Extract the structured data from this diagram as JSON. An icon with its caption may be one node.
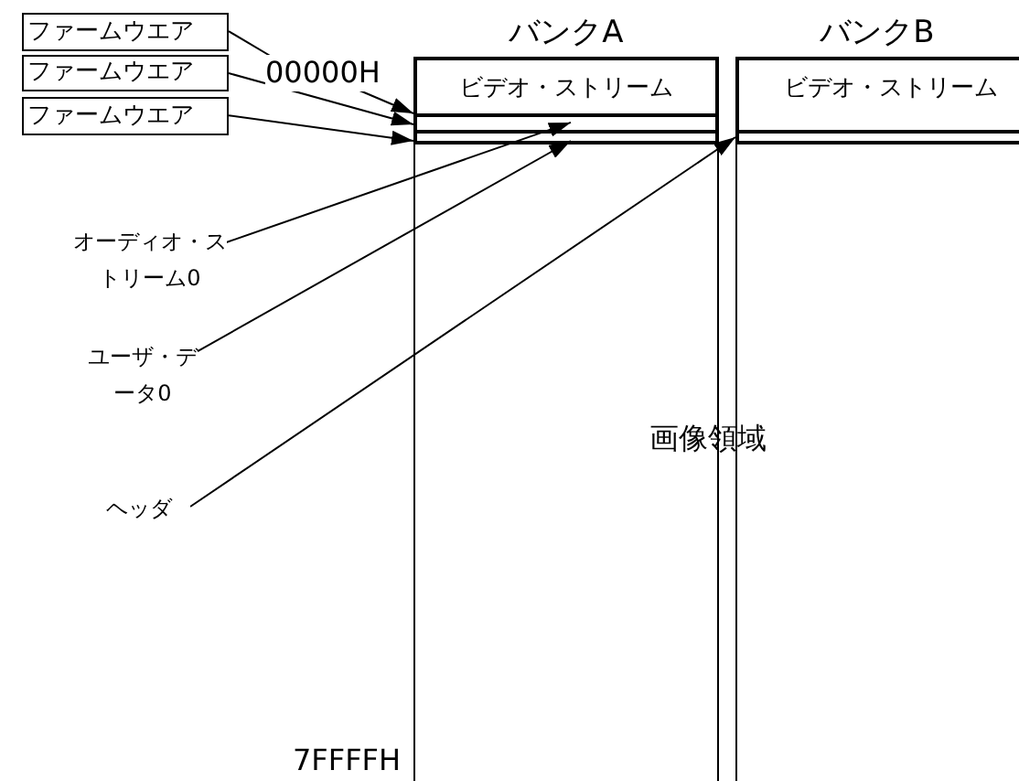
{
  "diagram": {
    "nodes": [
      {
        "text": [
          "ファームウエア"
        ]
      },
      {
        "text": [
          "ファームウエア"
        ]
      },
      {
        "text": [
          "ファームウエア"
        ]
      },
      {
        "text": [
          "00000H"
        ]
      },
      {
        "text": [
          "バンクA"
        ]
      },
      {
        "text": [
          "ビデオ・ストリーム"
        ],
        "in": 4
      },
      {
        "text": [],
        "shape": "bar",
        "in": 4
      },
      {
        "text": [],
        "shape": "bar",
        "in": 4
      },
      {
        "text": [
          "バンクB"
        ]
      },
      {
        "text": [
          "ビデオ・ストリーム"
        ],
        "in": 8
      },
      {
        "text": [],
        "shape": "bar",
        "in": 8
      },
      {
        "text": [
          "オーディオ・ストリーム0"
        ]
      },
      {
        "text": [
          "ユーザ・データ0"
        ]
      },
      {
        "text": [
          "ヘッダ"
        ]
      }
    ],
    "edges": [
      {
        "from": 0,
        "to": 3,
        "arrow": "none"
      },
      {
        "from": 3,
        "to": 6,
        "arrow": "to"
      },
      {
        "from": 1,
        "to": 6,
        "arrow": "to"
      },
      {
        "from": 2,
        "to": 7,
        "arrow": "to"
      },
      {
        "from": 11,
        "to": 6,
        "arrow": "to"
      },
      {
        "from": 12,
        "to": 7,
        "arrow": "to"
      },
      {
        "from": 13,
        "to": 10,
        "arrow": "to"
      }
    ],
    "labels": [
      "画像領域",
      "7FFFFH"
    ]
  }
}
